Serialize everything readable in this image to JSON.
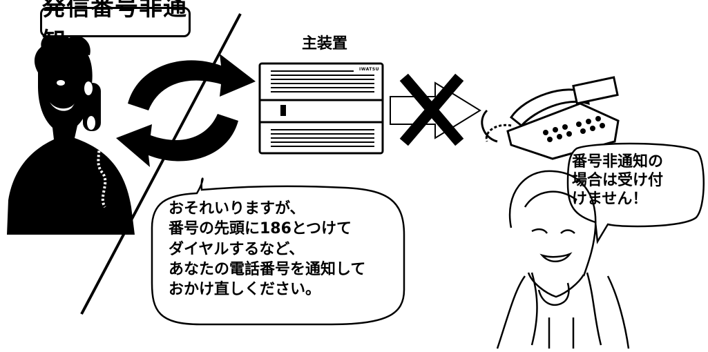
{
  "title": "発信番号非通知",
  "device": {
    "label": "主装置",
    "brand": "IWATSU"
  },
  "caller_message": "おそれいりますが、\n番号の先頭に186とつけて\nダイヤルするなど、\nあなたの電話番号を通知して\nおかけ直しください。",
  "receiver_message": "番号非通知の\n場合は受け付\nけません！",
  "colors": {
    "ink": "#000000",
    "paper": "#ffffff",
    "panel": "#f2f2f2"
  }
}
